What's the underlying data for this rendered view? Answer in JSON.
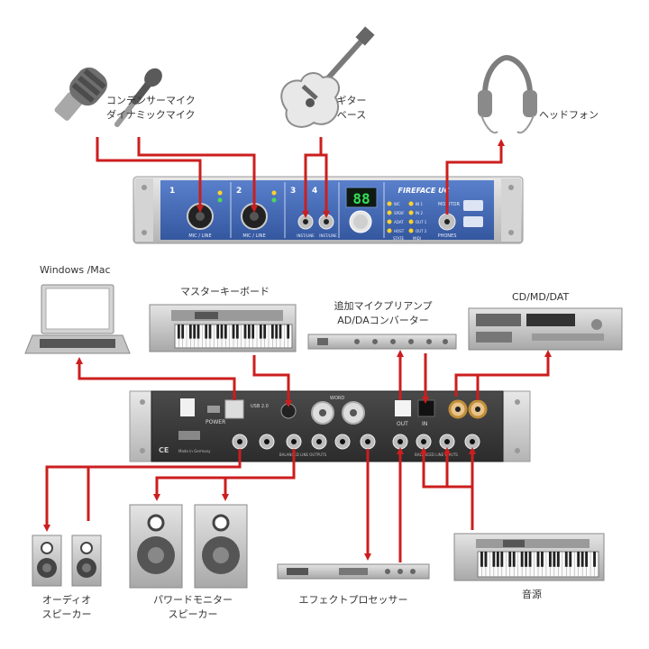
{
  "labels": {
    "condenser_mic": "コンデンサーマイク",
    "dynamic_mic": "ダイナミックマイク",
    "guitar": "ギター",
    "bass": "ベース",
    "headphones": "ヘッドフォン",
    "computer": "Windows /Mac",
    "master_keyboard": "マスターキーボード",
    "mic_preamp": "追加マイクプリアンプ",
    "ad_da": "AD/DAコンバーター",
    "cd_md_dat": "CD/MD/DAT",
    "audio_speaker_1": "オーディオ",
    "audio_speaker_2": "スピーカー",
    "power_monitor_1": "パワードモニター",
    "power_monitor_2": "スピーカー",
    "effect_processor": "エフェクトプロセッサー",
    "sound_module": "音源"
  },
  "front_panel": {
    "model": "FIREFACE UC",
    "display": "88",
    "ch1": "1",
    "ch2": "2",
    "ch3": "3",
    "ch4": "4",
    "ch_label_mic": "MIC / LINE",
    "ch_label_inst": "INST/LINE",
    "phones": "PHONES",
    "monitor": "MONITOR",
    "state": "STATE",
    "midi": "MIDI",
    "led_labels": [
      "WC",
      "SPDIF",
      "ADAT",
      "HOST",
      "IN 1",
      "IN 2",
      "OUT 1",
      "OUT 2"
    ]
  },
  "rear_panel": {
    "power": "POWER",
    "usb": "USB 2.0",
    "wordclock": "WORD",
    "midi_out": "OUT",
    "midi_in": "IN",
    "balanced_out": "BALANCED LINE OUTPUTS",
    "balanced_in": "BALANCED LINE INPUTS",
    "made_in": "Made in Germany",
    "ce": "CE"
  },
  "colors": {
    "arrow": "#cc1e1e",
    "panel_blue": "#3f67b5",
    "rack_gray": "#c8c8c8",
    "display_green": "#35e05a"
  }
}
